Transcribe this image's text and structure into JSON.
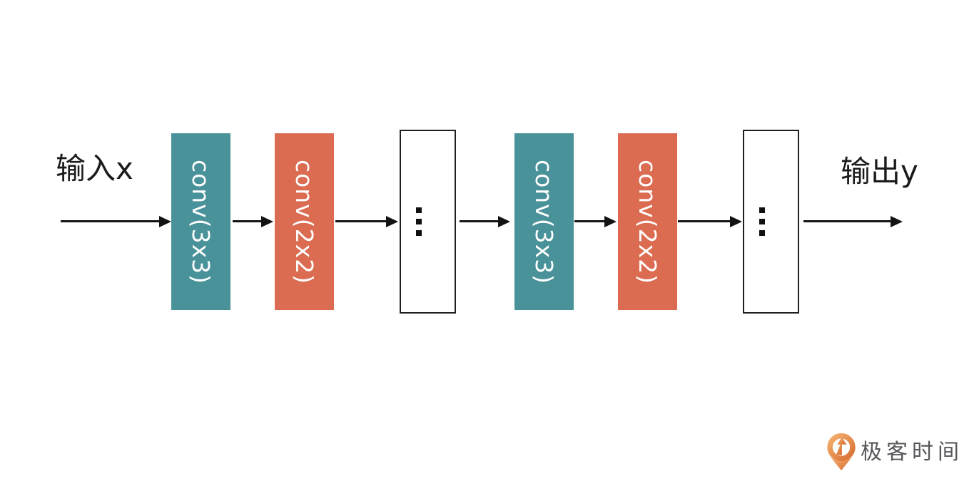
{
  "diagram": {
    "input_label": "输入x",
    "output_label": "输出y",
    "blocks": [
      {
        "id": "conv3x3-1",
        "label": "conv(3x3)",
        "color": "#4A929A"
      },
      {
        "id": "conv2x2-1",
        "label": "conv(2x2)",
        "color": "#DB6C51"
      },
      {
        "id": "ellipsis-1",
        "label": "⋮"
      },
      {
        "id": "conv3x3-2",
        "label": "conv(3x3)",
        "color": "#4A929A"
      },
      {
        "id": "conv2x2-2",
        "label": "conv(2x2)",
        "color": "#DB6C51"
      },
      {
        "id": "ellipsis-2",
        "label": "⋮"
      }
    ]
  },
  "branding": {
    "logo_text": "极客时间",
    "logo_orange": "#DE7A3A",
    "logo_text_color": "#58575B"
  },
  "colors": {
    "teal": "#4A929A",
    "orange": "#DB6C51",
    "arrow": "#131313",
    "background": "#FFFFFF"
  }
}
